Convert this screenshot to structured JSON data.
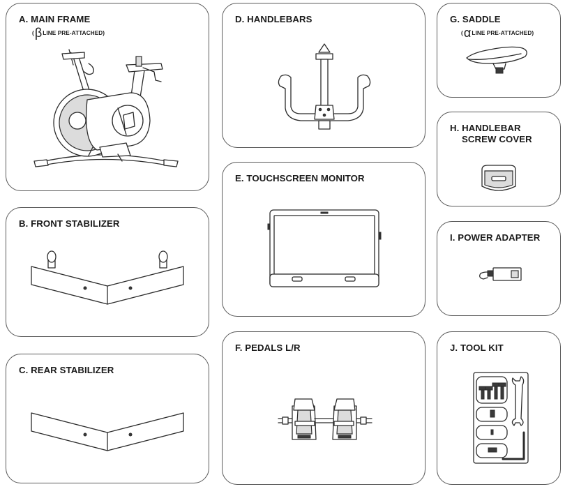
{
  "parts": {
    "a": {
      "title": "A. MAIN FRAME",
      "note_prefix": "(",
      "note_symbol": "β",
      "note_text": "LINE PRE-ATTACHED)"
    },
    "b": {
      "title": "B.  FRONT STABILIZER"
    },
    "c": {
      "title": "C.  REAR STABILIZER"
    },
    "d": {
      "title": "D. HANDLEBARS"
    },
    "e": {
      "title": "E. TOUCHSCREEN MONITOR"
    },
    "f": {
      "title": "F. PEDALS L/R"
    },
    "g": {
      "title": "G. SADDLE",
      "note_prefix": "(",
      "note_symbol": "α",
      "note_text": "LINE PRE-ATTACHED)"
    },
    "h": {
      "title_line1": "H. HANDLEBAR",
      "title_line2": "SCREW COVER"
    },
    "i": {
      "title": "I. POWER ADAPTER"
    },
    "j": {
      "title": "J. TOOL KIT"
    }
  }
}
